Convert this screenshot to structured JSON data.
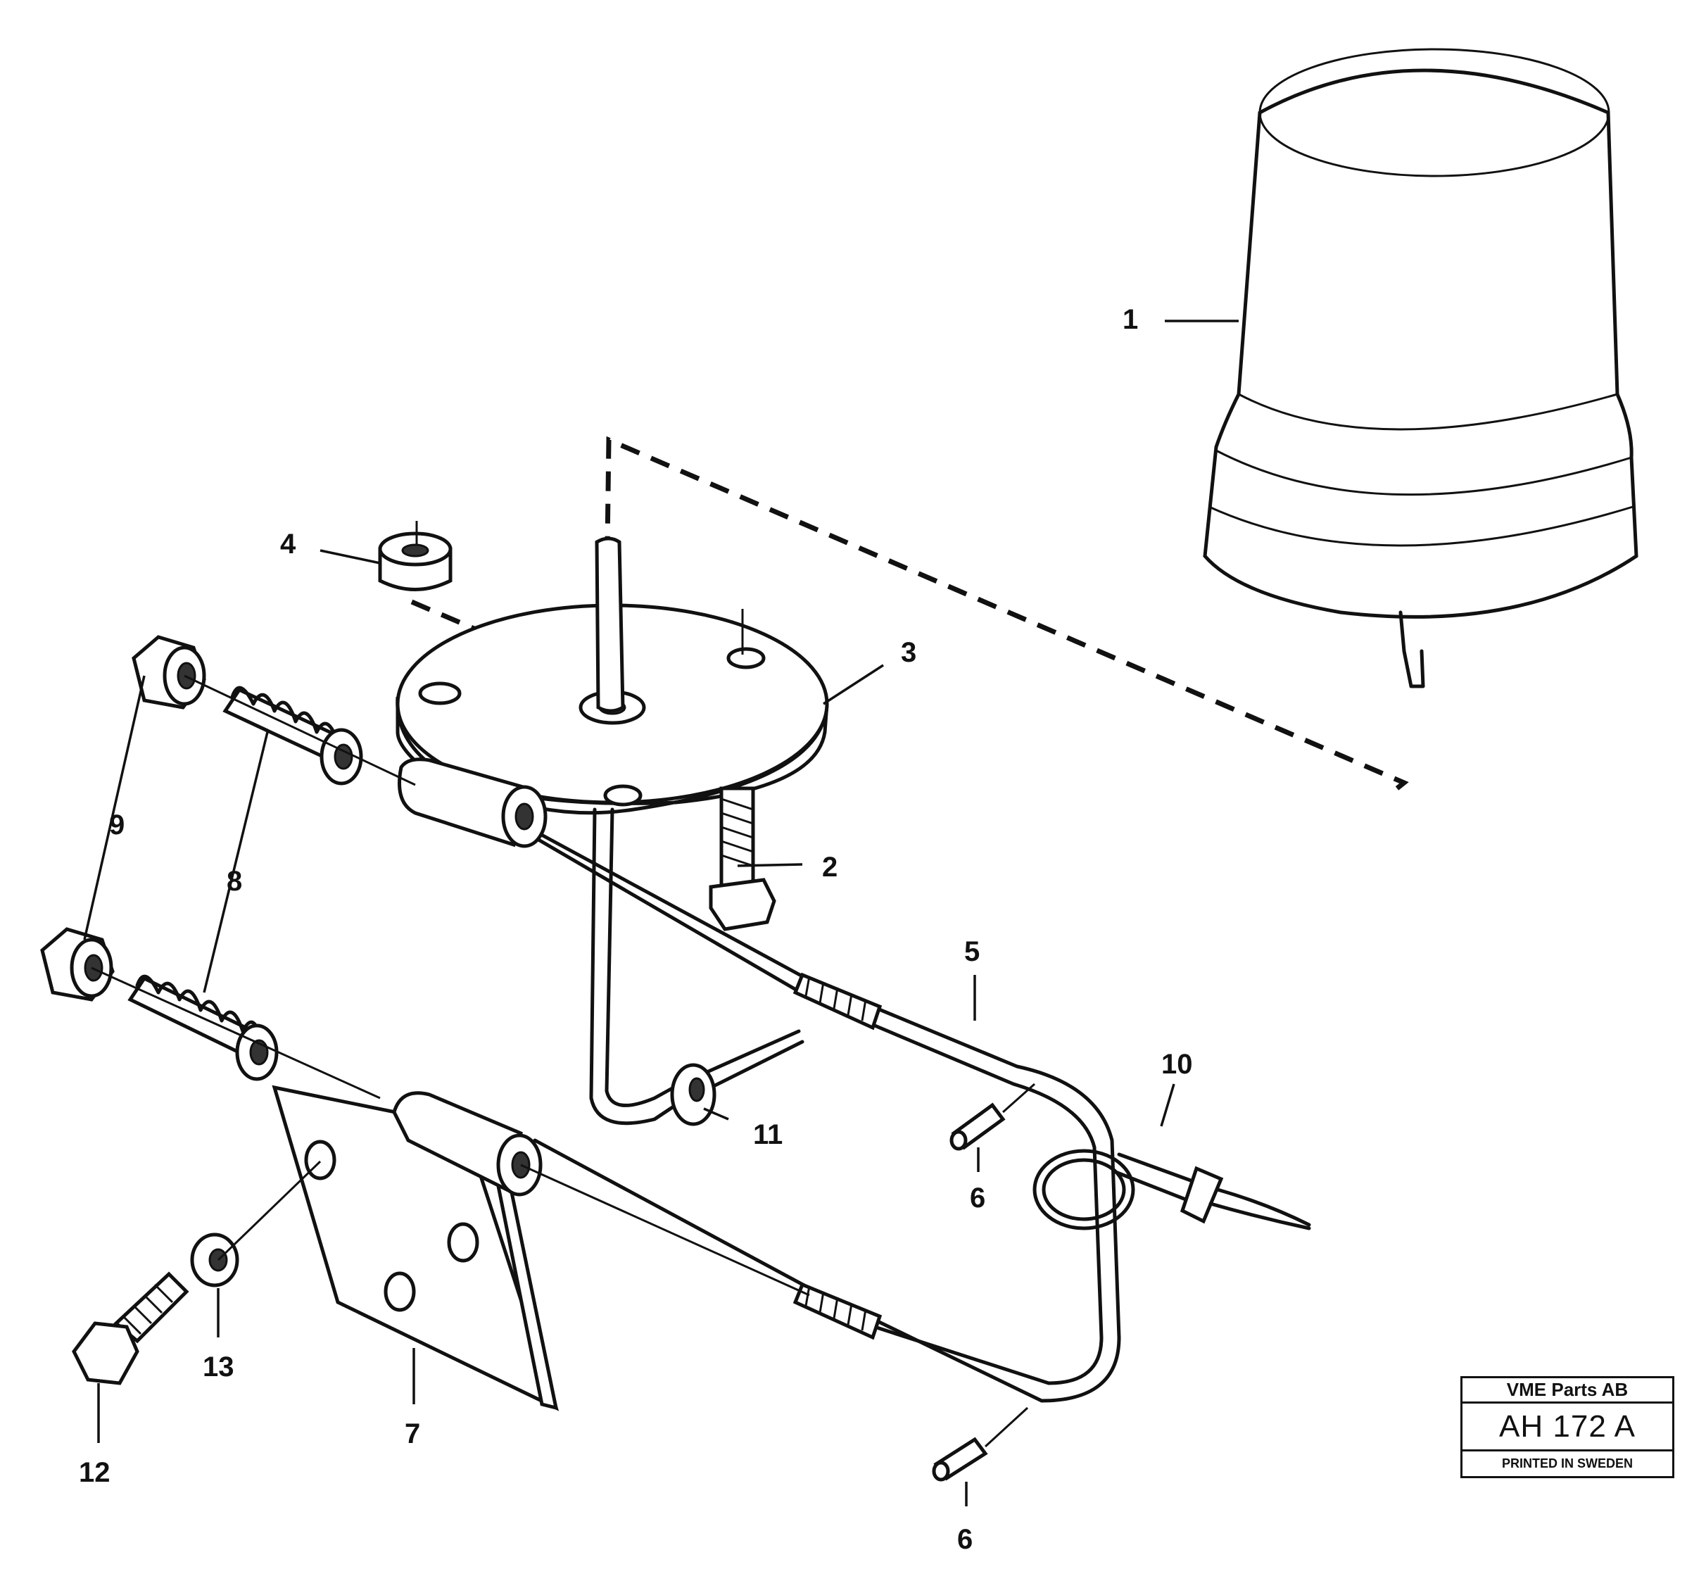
{
  "diagram": {
    "callouts": [
      {
        "id": "c1",
        "label": "1"
      },
      {
        "id": "c2",
        "label": "2"
      },
      {
        "id": "c3",
        "label": "3"
      },
      {
        "id": "c4",
        "label": "4"
      },
      {
        "id": "c5",
        "label": "5"
      },
      {
        "id": "c6a",
        "label": "6"
      },
      {
        "id": "c6b",
        "label": "6"
      },
      {
        "id": "c7",
        "label": "7"
      },
      {
        "id": "c8",
        "label": "8"
      },
      {
        "id": "c9",
        "label": "9"
      },
      {
        "id": "c10",
        "label": "10"
      },
      {
        "id": "c11",
        "label": "11"
      },
      {
        "id": "c12",
        "label": "12"
      },
      {
        "id": "c13",
        "label": "13"
      }
    ]
  },
  "stamp": {
    "company": "VME Parts AB",
    "code": "AH 172 A",
    "printed": "PRINTED IN SWEDEN"
  }
}
